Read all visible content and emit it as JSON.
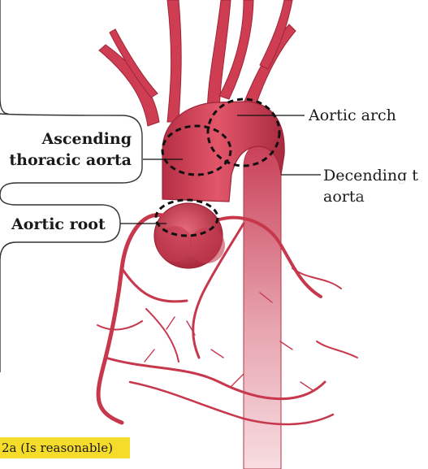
{
  "labels": {
    "ascending_line1": "Ascending",
    "ascending_line2": "thoracic aorta",
    "aortic_root": "Aortic root",
    "aortic_arch": "Aortic arch",
    "descending_line1": "Decending t",
    "descending_line2": "aorta"
  },
  "badge": "2a (Is reasonable)",
  "colors": {
    "aorta": "#d9455a",
    "aorta_dark": "#a8283c",
    "vessel": "#c7384d",
    "dash": "#111111",
    "badge": "#f5dc2a"
  }
}
